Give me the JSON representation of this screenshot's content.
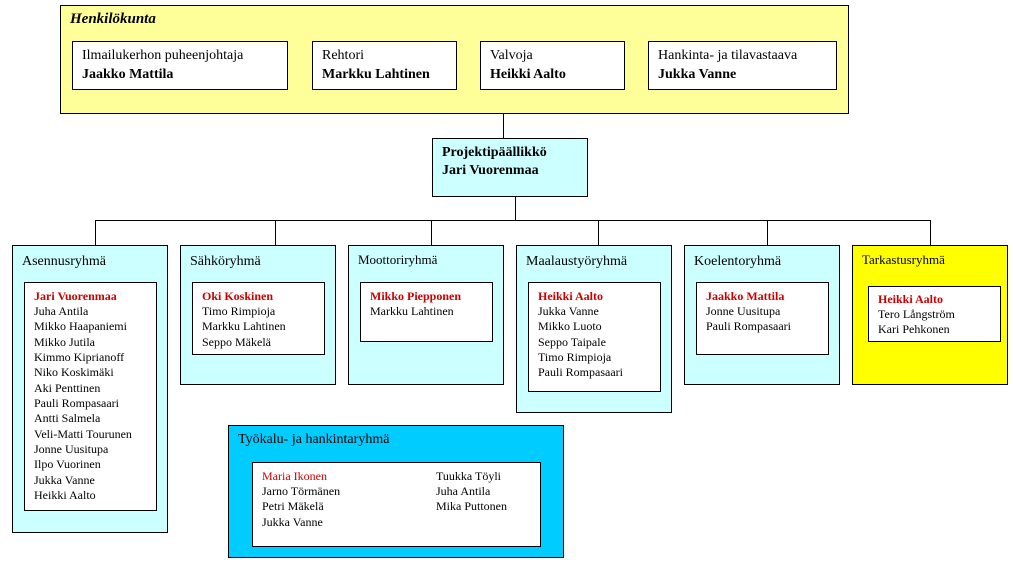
{
  "board": {
    "title": "Henkilökunta",
    "members": [
      {
        "role": "Ilmailukerhon puheenjohtaja",
        "name": "Jaakko Mattila"
      },
      {
        "role": "Rehtori",
        "name": "Markku Lahtinen"
      },
      {
        "role": "Valvoja",
        "name": "Heikki Aalto"
      },
      {
        "role": "Hankinta- ja tilavastaava",
        "name": "Jukka Vanne"
      }
    ]
  },
  "manager": {
    "role": "Projektipäällikkö",
    "name": "Jari Vuorenmaa"
  },
  "groups": [
    {
      "title": "Asennusryhmä",
      "leader": "Jari Vuorenmaa",
      "members": [
        "Juha Antila",
        "Mikko Haapaniemi",
        "Mikko Jutila",
        "Kimmo Kiprianoff",
        "Niko Koskimäki",
        "Aki Penttinen",
        "Pauli Rompasaari",
        "Antti Salmela",
        "Veli-Matti Tourunen",
        "Jonne Uusitupa",
        "Ilpo Vuorinen",
        "Jukka Vanne",
        "Heikki Aalto"
      ]
    },
    {
      "title": "Sähköryhmä",
      "leader": "Oki Koskinen",
      "members": [
        "Timo Rimpioja",
        "Markku Lahtinen",
        "Seppo Mäkelä"
      ]
    },
    {
      "title": "Moottoriryhmä",
      "leader": "Mikko Piepponen",
      "members": [
        "Markku Lahtinen"
      ]
    },
    {
      "title": "Maalaustyöryhmä",
      "leader": "Heikki Aalto",
      "members": [
        "Jukka Vanne",
        "Mikko Luoto",
        "Seppo Taipale",
        "Timo Rimpioja",
        "Pauli Rompasaari"
      ]
    },
    {
      "title": "Koelentoryhmä",
      "leader": "Jaakko Mattila",
      "members": [
        "Jonne Uusitupa",
        "Pauli Rompasaari"
      ]
    },
    {
      "title": "Tarkastusryhmä",
      "leader": "Heikki Aalto",
      "members": [
        "Tero Långström",
        "Kari Pehkonen"
      ]
    }
  ],
  "tools": {
    "title": "Työkalu- ja hankintaryhmä",
    "leader": "Maria Ikonen",
    "col1": [
      "Jarno Törmänen",
      "Petri Mäkelä",
      "Jukka Vanne"
    ],
    "col2": [
      "Tuukka Töyli",
      "Juha Antila",
      "Mika Puttonen"
    ]
  },
  "colors": {
    "board_bg": "#ffff99",
    "group_bg": "#ccffff",
    "inspection_bg": "#ffff00",
    "tools_bg": "#00ccff",
    "leader_text": "#cc0000"
  }
}
